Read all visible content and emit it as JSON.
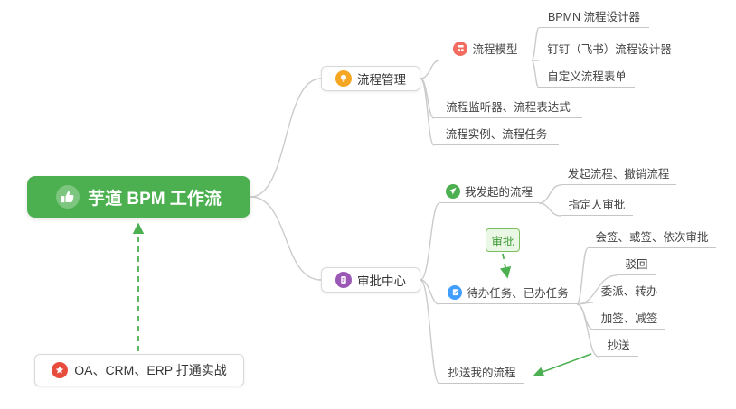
{
  "root": {
    "label": "芋道 BPM 工作流"
  },
  "note": {
    "label": "OA、CRM、ERP 打通实战"
  },
  "process_management": {
    "label": "流程管理",
    "process_model": {
      "label": "流程模型"
    },
    "bpmn_designer": {
      "label": "BPMN 流程设计器"
    },
    "dingtalk_designer": {
      "label": "钉钉（飞书）流程设计器"
    },
    "custom_form": {
      "label": "自定义流程表单"
    },
    "listener_expression": {
      "label": "流程监听器、流程表达式"
    },
    "instance_task": {
      "label": "流程实例、流程任务"
    }
  },
  "approval_center": {
    "label": "审批中心",
    "my_initiated": {
      "label": "我发起的流程"
    },
    "initiate_cancel": {
      "label": "发起流程、撤销流程"
    },
    "assignee_approval": {
      "label": "指定人审批"
    },
    "approval_badge": {
      "label": "审批"
    },
    "todo_done": {
      "label": "待办任务、已办任务"
    },
    "countersign": {
      "label": "会签、或签、依次审批"
    },
    "reject": {
      "label": "驳回"
    },
    "delegate_transfer": {
      "label": "委派、转办"
    },
    "add_reduce_sign": {
      "label": "加签、减签"
    },
    "cc": {
      "label": "抄送"
    },
    "cc_my_process": {
      "label": "抄送我的流程"
    }
  },
  "colors": {
    "root_bg": "#4cb050",
    "connector_gray": "#cbcbcb",
    "arrow_green": "#4caf50",
    "badge_green_border": "#7cbe5f",
    "icon_orange": "#f5a623",
    "icon_purple": "#9b59b6",
    "icon_red": "#f26c60",
    "icon_green": "#4caf50",
    "icon_blue": "#409eff",
    "icon_star_red": "#e74c3c"
  }
}
